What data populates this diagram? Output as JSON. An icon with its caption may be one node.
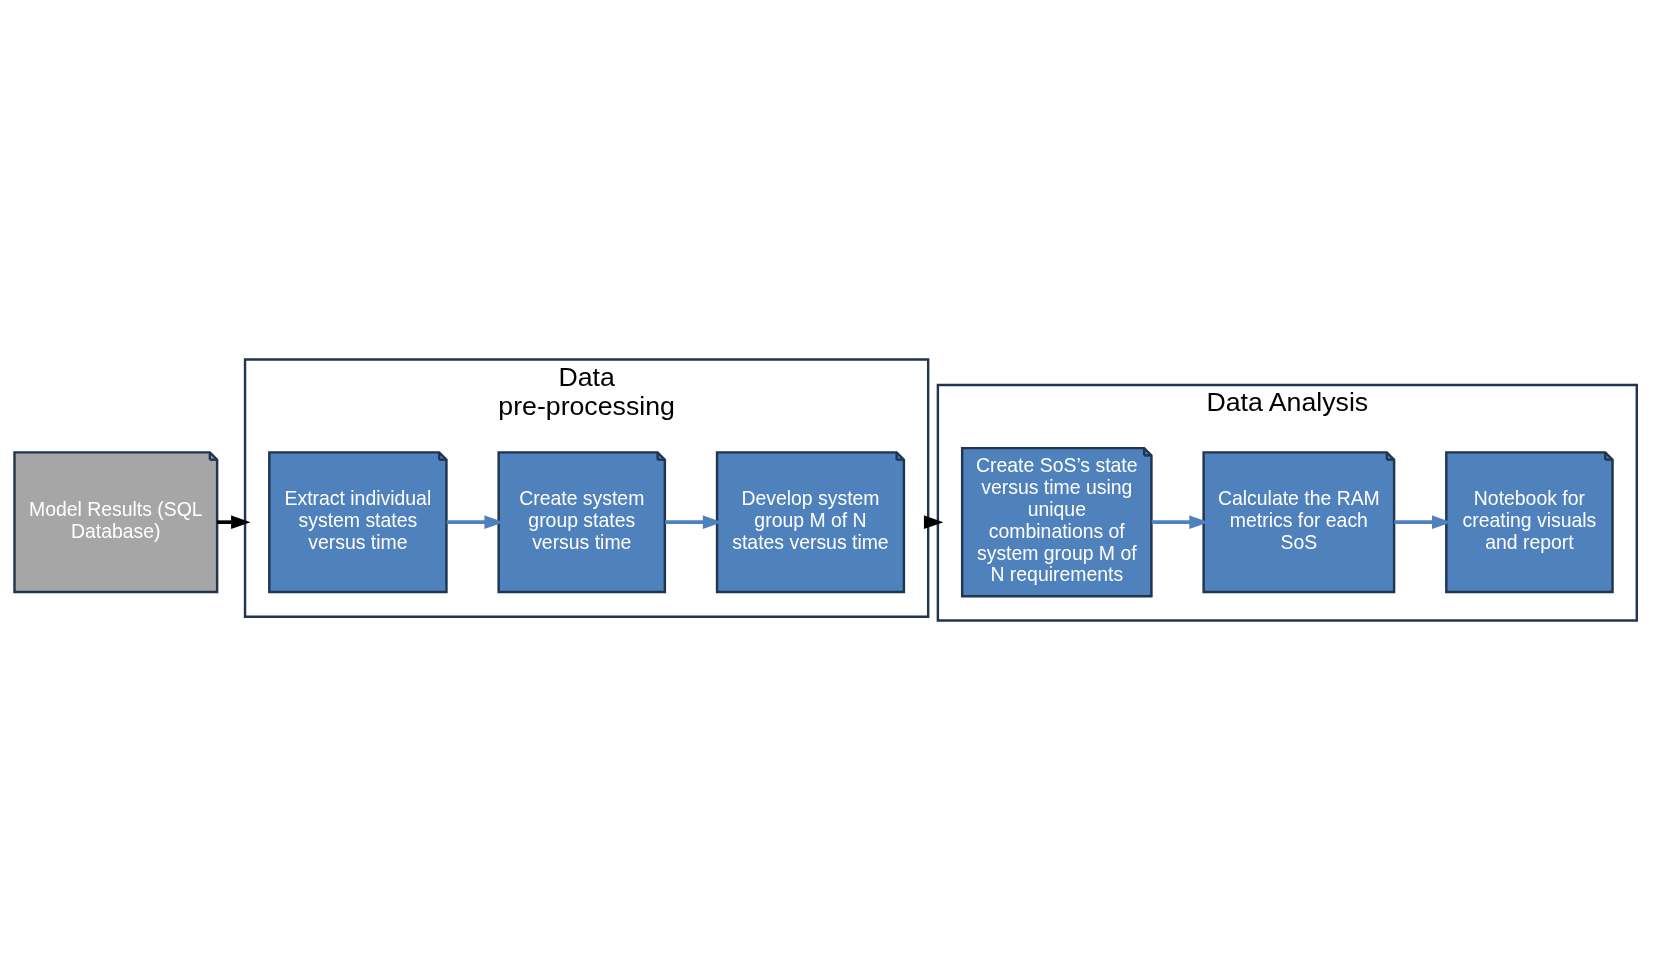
{
  "diagram": {
    "nodes": [
      {
        "text": [
          "Model Results (SQL Database)"
        ]
      },
      {
        "text": [
          "Data pre-processing"
        ]
      },
      {
        "text": [
          "Extract individual system states versus time"
        ],
        "in": 1
      },
      {
        "text": [
          "Create system group states versus time"
        ],
        "in": 1
      },
      {
        "text": [
          "Develop system group M of N states versus time"
        ],
        "in": 1
      },
      {
        "text": [
          "Data Analysis"
        ]
      },
      {
        "text": [
          "Create SoS’s state versus time using unique combinations of system group M of N requirements"
        ],
        "in": 5
      },
      {
        "text": [
          "Calculate the RAM metrics for each SoS"
        ],
        "in": 5
      },
      {
        "text": [
          "Notebook for creating visuals and report"
        ],
        "in": 5
      }
    ],
    "edges": [
      {
        "from": 0,
        "to": 1,
        "arrow": "to",
        "color": "#000000"
      },
      {
        "from": 2,
        "to": 3,
        "arrow": "to"
      },
      {
        "from": 3,
        "to": 4,
        "arrow": "to"
      },
      {
        "from": 1,
        "to": 5,
        "arrow": "to",
        "color": "#000000"
      },
      {
        "from": 6,
        "to": 7,
        "arrow": "to"
      },
      {
        "from": 7,
        "to": 8,
        "arrow": "to"
      }
    ]
  }
}
